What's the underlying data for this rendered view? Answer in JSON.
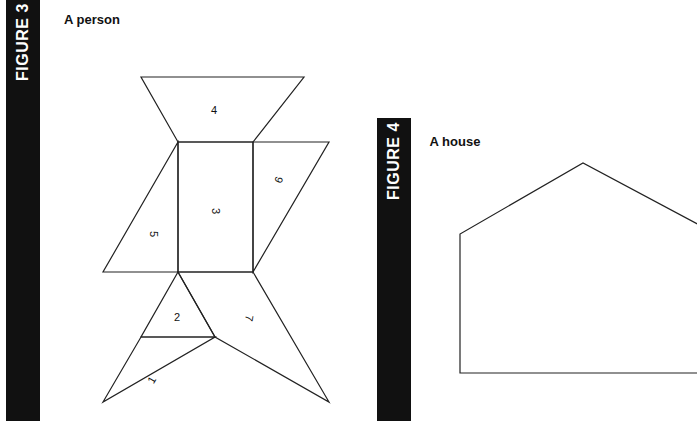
{
  "diagram": {
    "labels": [
      "FIGURE 3",
      "A person",
      "4",
      "5",
      "3",
      "6",
      "2",
      "1",
      "7",
      "FIGURE 4",
      "A house"
    ]
  }
}
